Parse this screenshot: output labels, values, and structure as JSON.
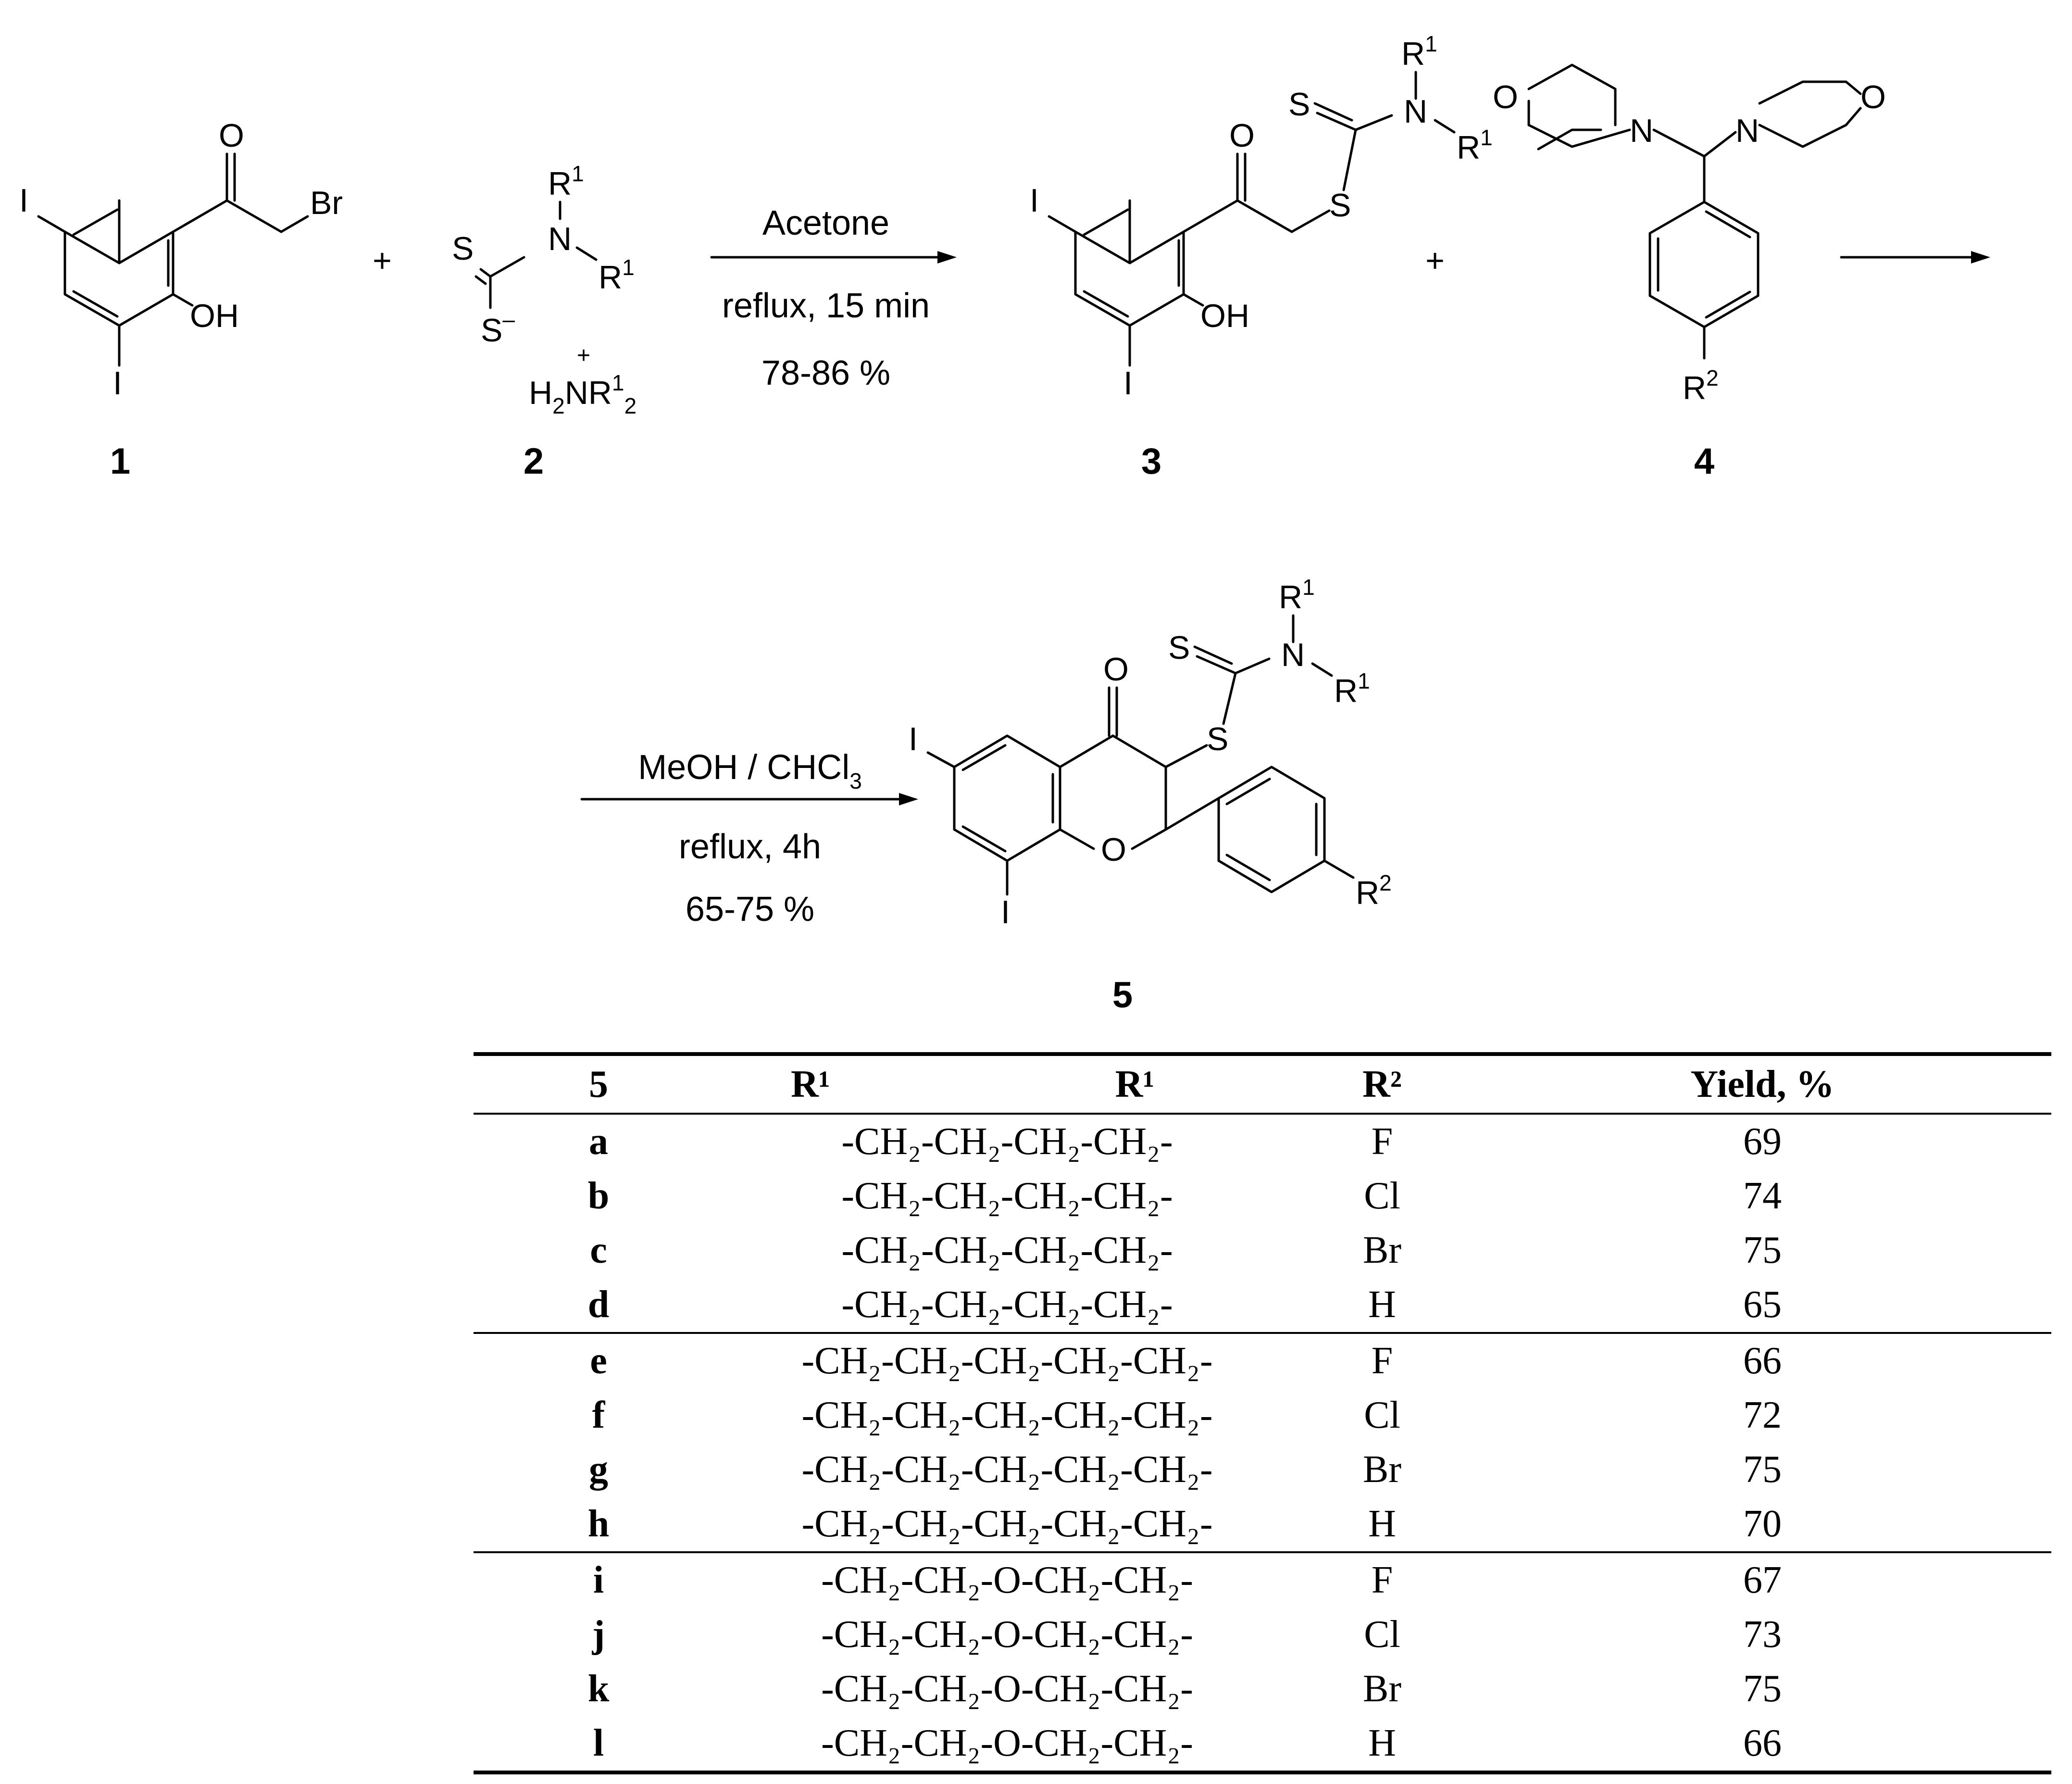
{
  "scheme": {
    "compound_labels": [
      "1",
      "2",
      "3",
      "4",
      "5"
    ],
    "atoms": {
      "iodo": "I",
      "bromo": "Br",
      "oxygen": "O",
      "hydroxyl": "OH",
      "sulfur": "S",
      "nitrogen": "N",
      "r1": "R",
      "r1_sup": "1",
      "r2": "R",
      "r2_sup": "2",
      "charge_minus": "–",
      "charge_plus": "+",
      "counterion_h": "H",
      "counterion_h_sub": "2",
      "counterion_n": "NR",
      "counterion_sup": "1",
      "counterion_sub": "2",
      "plus_sign": "+"
    },
    "step1": {
      "solvent": "Acetone",
      "conditions": "reflux, 15 min",
      "yield": "78-86 %"
    },
    "step2": {
      "solvent": "MeOH / CHCl",
      "solvent_sub": "3",
      "conditions": "reflux, 4h",
      "yield": "65-75 %"
    }
  },
  "table": {
    "headers": {
      "compound": "5",
      "r1_a": "R¹",
      "r1_b": "R¹",
      "r2": "R²",
      "yield": "Yield, %"
    },
    "rows": [
      {
        "id": "a",
        "r1": "-CH₂-CH₂-CH₂-CH₂-",
        "r2": "F",
        "yield": "69"
      },
      {
        "id": "b",
        "r1": "-CH₂-CH₂-CH₂-CH₂-",
        "r2": "Cl",
        "yield": "74"
      },
      {
        "id": "c",
        "r1": "-CH₂-CH₂-CH₂-CH₂-",
        "r2": "Br",
        "yield": "75"
      },
      {
        "id": "d",
        "r1": "-CH₂-CH₂-CH₂-CH₂-",
        "r2": "H",
        "yield": "65"
      },
      {
        "id": "e",
        "r1": "-CH₂-CH₂-CH₂-CH₂-CH₂-",
        "r2": "F",
        "yield": "66"
      },
      {
        "id": "f",
        "r1": "-CH₂-CH₂-CH₂-CH₂-CH₂-",
        "r2": "Cl",
        "yield": "72"
      },
      {
        "id": "g",
        "r1": "-CH₂-CH₂-CH₂-CH₂-CH₂-",
        "r2": "Br",
        "yield": "75"
      },
      {
        "id": "h",
        "r1": "-CH₂-CH₂-CH₂-CH₂-CH₂-",
        "r2": "H",
        "yield": "70"
      },
      {
        "id": "i",
        "r1": "-CH₂-CH₂-O-CH₂-CH₂-",
        "r2": "F",
        "yield": "67"
      },
      {
        "id": "j",
        "r1": "-CH₂-CH₂-O-CH₂-CH₂-",
        "r2": "Cl",
        "yield": "73"
      },
      {
        "id": "k",
        "r1": "-CH₂-CH₂-O-CH₂-CH₂-",
        "r2": "Br",
        "yield": "75"
      },
      {
        "id": "l",
        "r1": "-CH₂-CH₂-O-CH₂-CH₂-",
        "r2": "H",
        "yield": "66"
      }
    ]
  }
}
